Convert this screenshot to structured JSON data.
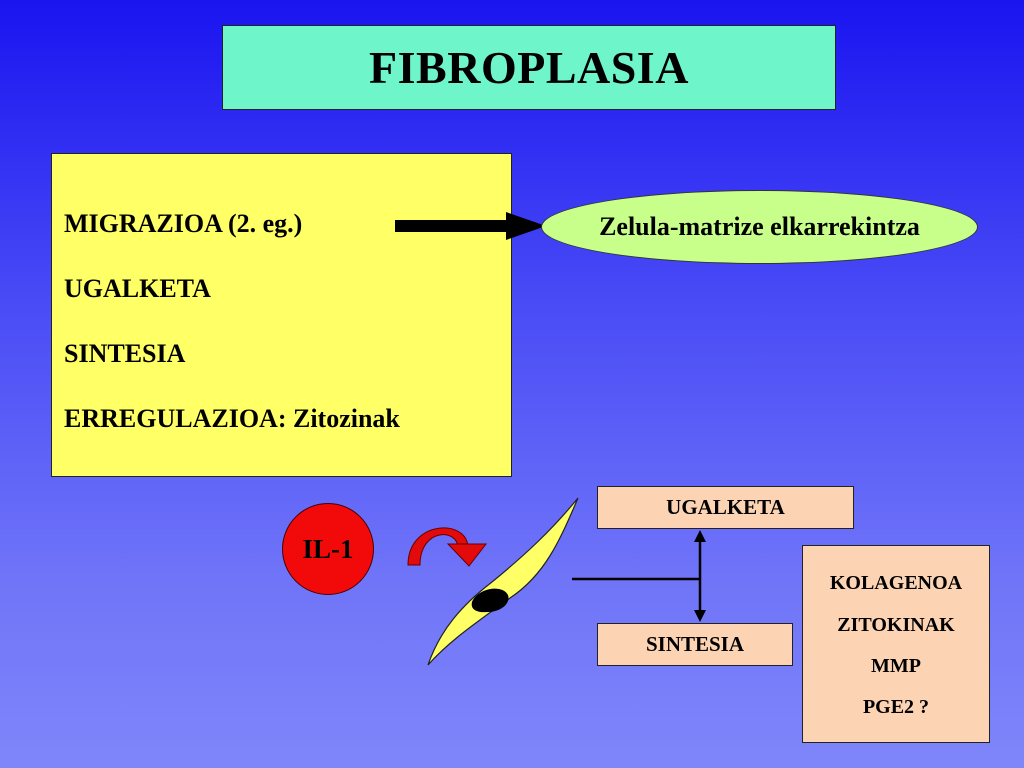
{
  "title": "FIBROPLASIA",
  "main_box": {
    "items": [
      "MIGRAZIOA (2. eg.)",
      "UGALKETA",
      "SINTESIA",
      "ERREGULAZIOA: Zitozinak"
    ]
  },
  "ellipse_label": "Zelula-matrize elkarrekintza",
  "cytokine_label": "IL-1",
  "proliferation_label": "UGALKETA",
  "synthesis_label": "SINTESIA",
  "products": [
    "KOLAGENOA",
    "ZITOKINAK",
    "MMP",
    "PGE2 ?"
  ],
  "colors": {
    "title_box": "#6ef5c9",
    "main_box": "#ffff66",
    "ellipse": "#c8ff8a",
    "il1_circle": "#f20a0a",
    "peach_boxes": "#fcd4b4",
    "cell": "#ffff66"
  }
}
